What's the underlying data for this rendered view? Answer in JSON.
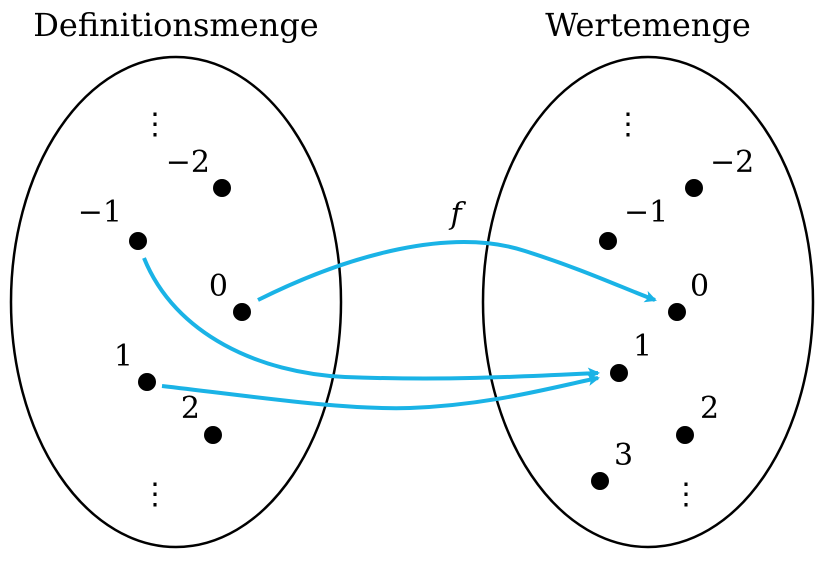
{
  "domain_set": {
    "title": "Definitionsmenge",
    "elements": [
      "⋮",
      "−2",
      "−1",
      "0",
      "1",
      "2",
      "⋮"
    ]
  },
  "codomain_set": {
    "title": "Wertemenge",
    "elements": [
      "⋮",
      "−2",
      "−1",
      "0",
      "1",
      "2",
      "3",
      "⋮"
    ]
  },
  "function": {
    "label": "f",
    "color": "#1ab3e6",
    "mappings": [
      {
        "from": "−1",
        "to": "1"
      },
      {
        "from": "0",
        "to": "0"
      },
      {
        "from": "1",
        "to": "1"
      }
    ]
  }
}
